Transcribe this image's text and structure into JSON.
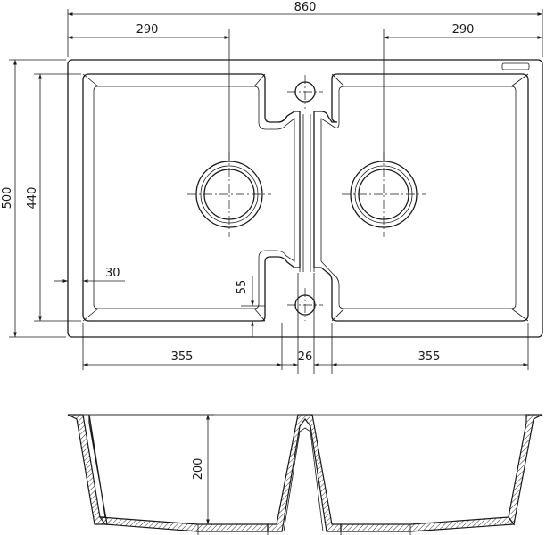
{
  "dimensions": {
    "overall_width": "860",
    "left_offset": "290",
    "right_offset": "290",
    "overall_depth": "500",
    "bowl_depth": "440",
    "rim_width": "30",
    "drain_offset": "55",
    "left_bowl_width": "355",
    "divider_width": "26",
    "right_bowl_width": "355",
    "bowl_height": "200"
  }
}
